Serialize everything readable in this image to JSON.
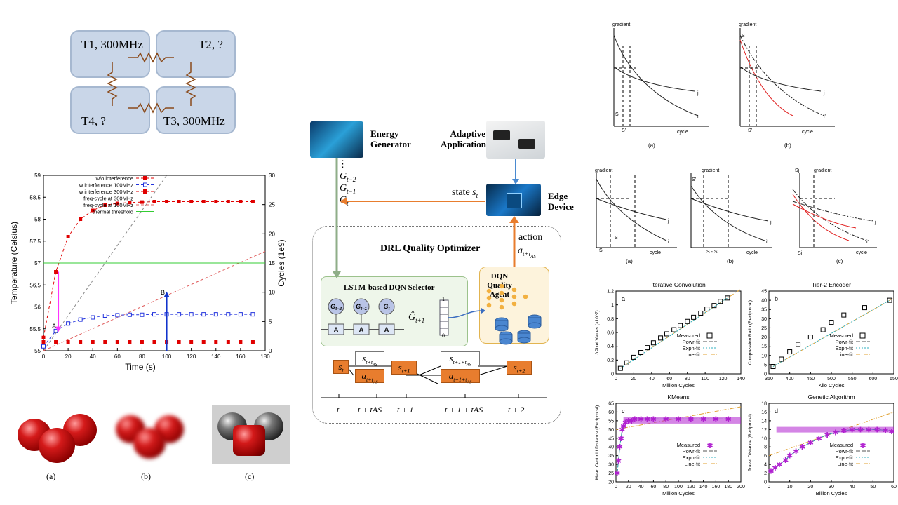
{
  "tiles": {
    "t1": "T1, 300MHz",
    "t2": "T2, ?",
    "t3": "T3, 300MHz",
    "t4": "T4, ?"
  },
  "thermal_chart": {
    "type": "line",
    "xlabel": "Time (s)",
    "ylabel": "Temperature (Celsius)",
    "y2label": "Cycles (1e9)",
    "xlim": [
      0,
      180
    ],
    "ylim": [
      55,
      59
    ],
    "y2lim": [
      0,
      30
    ],
    "x_ticks": [
      "0",
      "20",
      "40",
      "60",
      "80",
      "100",
      "120",
      "140",
      "160",
      "180"
    ],
    "y_ticks": [
      "55",
      "55.5",
      "56",
      "56.5",
      "57",
      "57.5",
      "58",
      "58.5",
      "59"
    ],
    "y2_ticks": [
      "0",
      "5",
      "10",
      "15",
      "20",
      "25",
      "30"
    ],
    "legend": [
      "w/o interference",
      "w interference 100MHz",
      "w interference 300MHz",
      "freq-cycle at 300MHz",
      "freq-cycle at 100MHz",
      "thermal threshold"
    ],
    "annotations": [
      "A",
      "B"
    ],
    "series": [
      {
        "name": "w/o interference",
        "color": "#e00000",
        "x": [
          0,
          10,
          20,
          30,
          40,
          50,
          60,
          70,
          80,
          90,
          100,
          110,
          120,
          130,
          140,
          150,
          160,
          170
        ],
        "y": [
          55.2,
          55.2,
          55.2,
          55.2,
          55.2,
          55.2,
          55.2,
          55.2,
          55.2,
          55.2,
          55.2,
          55.2,
          55.2,
          55.2,
          55.2,
          55.2,
          55.2,
          55.2
        ]
      },
      {
        "name": "w interference 100MHz",
        "color": "#2233dd",
        "x": [
          0,
          10,
          20,
          30,
          40,
          50,
          60,
          70,
          80,
          90,
          100,
          110,
          120,
          130,
          140,
          150,
          160,
          170
        ],
        "y": [
          55.1,
          55.45,
          55.62,
          55.71,
          55.76,
          55.8,
          55.81,
          55.82,
          55.82,
          55.83,
          55.83,
          55.83,
          55.83,
          55.83,
          55.83,
          55.83,
          55.83,
          55.83
        ]
      },
      {
        "name": "w interference 300MHz",
        "color": "#e00000",
        "x": [
          0,
          10,
          20,
          30,
          40,
          50,
          60,
          70,
          80,
          90,
          100,
          110,
          120,
          130,
          140,
          150,
          160,
          170
        ],
        "y": [
          55.3,
          56.8,
          57.6,
          58.0,
          58.2,
          58.32,
          58.36,
          58.38,
          58.39,
          58.4,
          58.4,
          58.4,
          58.4,
          58.4,
          58.4,
          58.4,
          58.4,
          58.4
        ]
      },
      {
        "name": "freq-cycle at 300MHz",
        "color": "#888888",
        "x": [
          0,
          100
        ],
        "y2": [
          0,
          30
        ]
      },
      {
        "name": "freq-cycle at 100MHz",
        "color": "#e06060",
        "x": [
          0,
          180
        ],
        "y2": [
          0,
          17
        ]
      },
      {
        "name": "thermal threshold",
        "color": "#33cc33",
        "x": [
          0,
          180
        ],
        "y": [
          57,
          57
        ]
      }
    ]
  },
  "apple_captions": [
    "(a)",
    "(b)",
    "(c)"
  ],
  "drl": {
    "energy_generator": "Energy Generator",
    "adaptive_application": "Adaptive Application",
    "edge_device": "Edge Device",
    "state": "state",
    "action": "action",
    "optimizer_title": "DRL Quality Optimizer",
    "lstm_title": "LSTM-based DQN Selector",
    "dqn_agent": "DQN Quality Agent",
    "lstm_cell": "A",
    "vec_top": "1",
    "vec_bottom": "0",
    "timeline": [
      "t",
      "t + tAS",
      "t + 1",
      "t + 1 + tAS",
      "t + 2"
    ]
  },
  "gradient_figs": {
    "gradient": "gradient",
    "cycle": "cycle",
    "captions_top": [
      "(a)",
      "(b)"
    ],
    "captions_mid": [
      "(a)",
      "(b)",
      "(c)"
    ],
    "labels": [
      "j",
      "i",
      "i'",
      "S",
      "S'",
      "S - S'",
      "Sj",
      "Si"
    ]
  },
  "fits": [
    {
      "title": "Iterative Convolution",
      "tag": "a",
      "xlabel": "Million Cycles",
      "ylabel": "ΔPixel Values (×10^7)",
      "xlim": [
        0,
        140
      ],
      "ylim": [
        0,
        1.2
      ],
      "x_ticks": [
        "0",
        "20",
        "40",
        "60",
        "80",
        "100",
        "120",
        "140"
      ],
      "y_ticks": [
        "0",
        "0.2",
        "0.4",
        "0.6",
        "0.8",
        "1",
        "1.2"
      ],
      "legend": [
        "Measured",
        "Powr-fit",
        "Expn-fit",
        "Line-fit"
      ]
    },
    {
      "title": "Tier-2 Encoder",
      "tag": "b",
      "xlabel": "Kilo Cycles",
      "ylabel": "Compression Ratio (Reciprocal)",
      "xlim": [
        350,
        650
      ],
      "ylim": [
        0,
        45
      ],
      "x_ticks": [
        "350",
        "400",
        "450",
        "500",
        "550",
        "600",
        "650"
      ],
      "y_ticks": [
        "0",
        "5",
        "10",
        "15",
        "20",
        "25",
        "30",
        "35",
        "40",
        "45"
      ],
      "legend": [
        "Measured",
        "Powr-fit",
        "Expn-fit",
        "Line-fit"
      ]
    },
    {
      "title": "KMeans",
      "tag": "c",
      "xlabel": "Million Cycles",
      "ylabel": "Mean Centroid Distance (Reciprocal)",
      "xlim": [
        0,
        200
      ],
      "ylim": [
        20,
        65
      ],
      "x_ticks": [
        "0",
        "20",
        "40",
        "60",
        "80",
        "100",
        "120",
        "140",
        "160",
        "180",
        "200"
      ],
      "y_ticks": [
        "20",
        "25",
        "30",
        "35",
        "40",
        "45",
        "50",
        "55",
        "60",
        "65"
      ],
      "legend": [
        "Measured",
        "Powr-fit",
        "Expn-fit",
        "Line-fit"
      ]
    },
    {
      "title": "Genetic Algorithm",
      "tag": "d",
      "xlabel": "Billion Cycles",
      "ylabel": "Travel Distance (Reciprocal)",
      "xlim": [
        0,
        60
      ],
      "ylim": [
        0,
        18
      ],
      "x_ticks": [
        "0",
        "10",
        "20",
        "30",
        "40",
        "50",
        "60"
      ],
      "y_ticks": [
        "0",
        "2",
        "4",
        "6",
        "8",
        "10",
        "12",
        "14",
        "16",
        "18"
      ],
      "legend": [
        "Measured",
        "Powr-fit",
        "Expn-fit",
        "Line-fit"
      ]
    }
  ],
  "chart_data": [
    {
      "type": "scatter",
      "title": "Iterative Convolution",
      "xlabel": "Million Cycles",
      "ylabel": "ΔPixel Values (×10^7)",
      "xlim": [
        0,
        140
      ],
      "ylim": [
        0,
        1.2
      ],
      "series": [
        {
          "name": "Measured",
          "x": [
            5,
            12,
            20,
            28,
            35,
            42,
            50,
            57,
            65,
            72,
            80,
            87,
            95,
            102,
            110,
            117,
            125
          ],
          "y": [
            0.08,
            0.16,
            0.24,
            0.31,
            0.38,
            0.45,
            0.52,
            0.58,
            0.64,
            0.7,
            0.76,
            0.82,
            0.88,
            0.94,
            0.99,
            1.05,
            1.1
          ]
        }
      ]
    },
    {
      "type": "scatter",
      "title": "Tier-2 Encoder",
      "xlabel": "Kilo Cycles",
      "ylabel": "Compression Ratio (Reciprocal)",
      "xlim": [
        350,
        650
      ],
      "ylim": [
        0,
        45
      ],
      "series": [
        {
          "name": "Measured",
          "x": [
            360,
            380,
            400,
            420,
            450,
            480,
            500,
            530,
            580,
            640
          ],
          "y": [
            4,
            8,
            12,
            16,
            20,
            24,
            28,
            32,
            36,
            40
          ]
        }
      ]
    },
    {
      "type": "scatter",
      "title": "KMeans",
      "xlabel": "Million Cycles",
      "ylabel": "Mean Centroid Distance (Reciprocal)",
      "xlim": [
        0,
        200
      ],
      "ylim": [
        20,
        65
      ],
      "series": [
        {
          "name": "Measured",
          "x": [
            2,
            4,
            6,
            8,
            10,
            12,
            15,
            20,
            25,
            30,
            40,
            50,
            60,
            80,
            100,
            120,
            140,
            160,
            180
          ],
          "y": [
            25,
            32,
            40,
            45,
            50,
            52,
            54,
            55,
            55,
            56,
            56,
            56,
            56,
            56,
            56,
            56,
            56,
            56,
            56
          ]
        }
      ]
    },
    {
      "type": "scatter",
      "title": "Genetic Algorithm",
      "xlabel": "Billion Cycles",
      "ylabel": "Travel Distance (Reciprocal)",
      "xlim": [
        0,
        60
      ],
      "ylim": [
        0,
        18
      ],
      "series": [
        {
          "name": "Measured",
          "x": [
            1,
            3,
            5,
            8,
            10,
            13,
            16,
            20,
            24,
            28,
            32,
            36,
            40,
            44,
            48,
            52,
            56,
            59
          ],
          "y": [
            2.5,
            3.2,
            4,
            5,
            6,
            7,
            8,
            9,
            10,
            10.8,
            11.3,
            11.7,
            12,
            12,
            12,
            12,
            11.8,
            11.6
          ]
        }
      ]
    }
  ]
}
